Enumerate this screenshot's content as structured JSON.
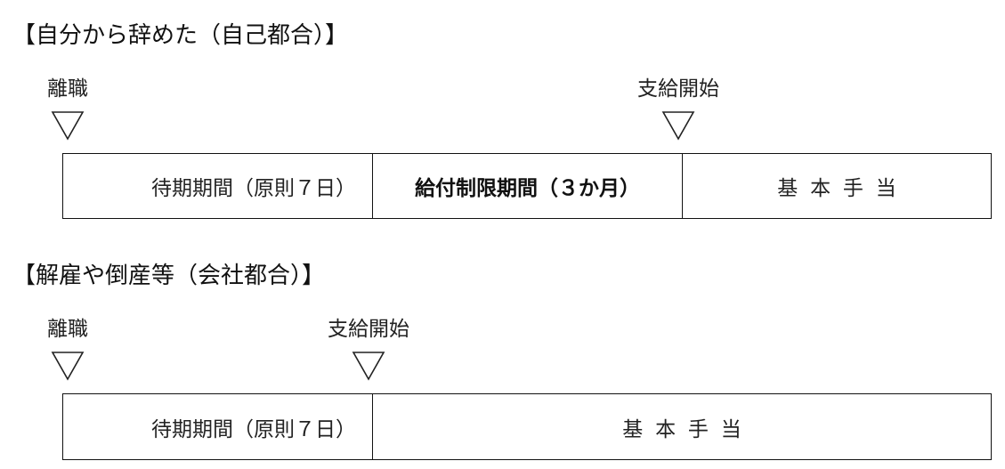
{
  "sections": [
    {
      "heading": "【自分から辞めた（自己都合）】",
      "marker_start": "離職",
      "marker_pay": "支給開始",
      "segments": {
        "waiting": "待期期間（原則７日）",
        "restriction": "給付制限期間（３か月）",
        "benefit": "基本手当"
      }
    },
    {
      "heading": "【解雇や倒産等（会社都合）】",
      "marker_start": "離職",
      "marker_pay": "支給開始",
      "segments": {
        "waiting": "待期期間（原則７日）",
        "benefit": "基本手当"
      }
    }
  ],
  "arrow_icon": "down-triangle-outline-icon"
}
